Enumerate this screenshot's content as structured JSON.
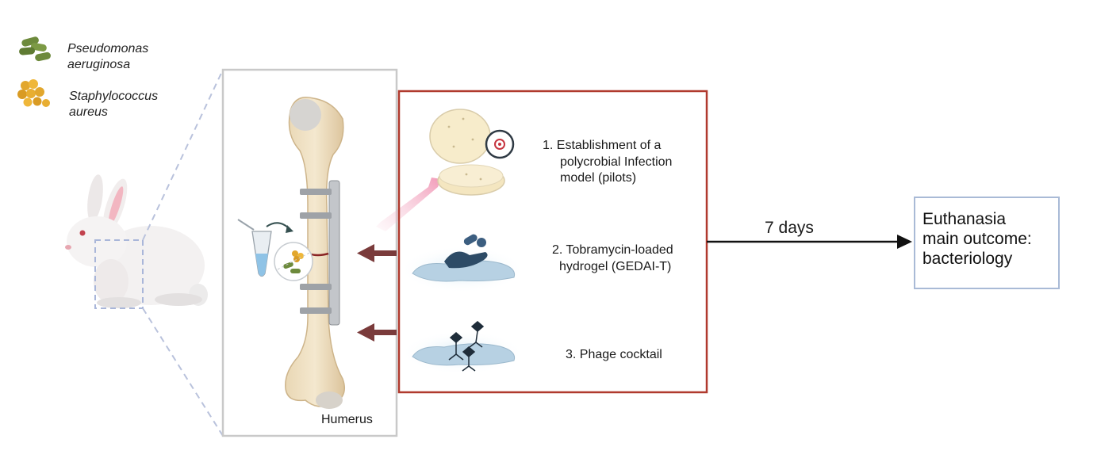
{
  "legend": {
    "items": [
      {
        "label_line1": "Pseudomonas",
        "label_line2": "aeruginosa",
        "icon": "rod-bacteria-icon",
        "color": "#6d8a3c"
      },
      {
        "label_line1": "Staphylococcus",
        "label_line2": "aureus",
        "icon": "cocci-bacteria-icon",
        "color": "#e2a72e"
      }
    ]
  },
  "bone_panel": {
    "label": "Humerus"
  },
  "treatments": {
    "border_color": "#b03a2e",
    "steps": [
      {
        "line1": "1.  Establishment of a",
        "line2": "polycrobial Infection",
        "line3": "model (pilots)",
        "icon": "petri-dish-icon"
      },
      {
        "line1": "2. Tobramycin-loaded",
        "line2": "hydrogel (GEDAI-T)",
        "icon": "hydrogel-pill-hand-icon"
      },
      {
        "line1": "3. Phage cocktail",
        "icon": "phage-hydrogel-icon"
      }
    ]
  },
  "timeline": {
    "label": "7 days"
  },
  "outcome": {
    "line1": "Euthanasia",
    "line2": "main outcome:",
    "line3": "bacteriology"
  },
  "colors": {
    "arrow_dark": "#7a3b3b",
    "outcome_border": "#a9bad6",
    "dashed": "#b9c2dc",
    "pink_arrow": "#f4bfd0"
  }
}
